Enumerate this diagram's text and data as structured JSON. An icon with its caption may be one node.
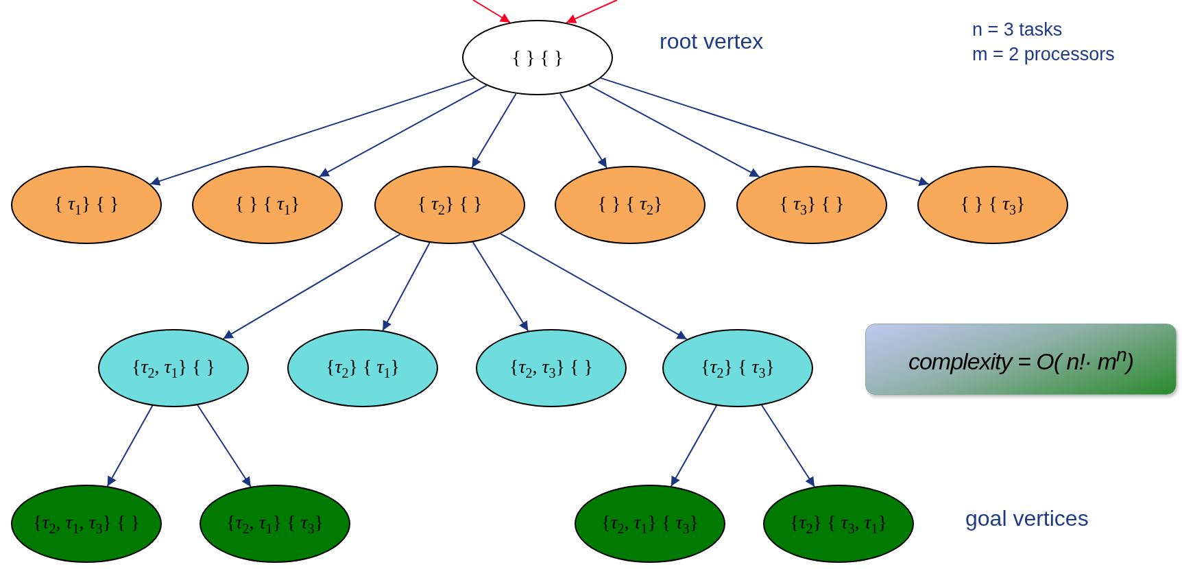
{
  "diagram": {
    "nodes": [
      {
        "text": [
          "{ } { }"
        ],
        "beside": [
          "root vertex"
        ]
      },
      {
        "text": [
          "{ *τ*$_{1}$} { }"
        ]
      },
      {
        "text": [
          "{ } { *τ*$_{1}$}"
        ]
      },
      {
        "text": [
          "{ *τ*$_{2}$} { }"
        ]
      },
      {
        "text": [
          "{ } { *τ*$_{2}$}"
        ]
      },
      {
        "text": [
          "{ *τ*$_{3}$} { }"
        ]
      },
      {
        "text": [
          "{ } { *τ*$_{3}$}"
        ]
      },
      {
        "text": [
          "{*τ*$_{2}$, *τ*$_{1}$} { }"
        ]
      },
      {
        "text": [
          "{*τ*$_{2}$} { *τ*$_{1}$}"
        ]
      },
      {
        "text": [
          "{*τ*$_{2}$, *τ*$_{3}$} { }"
        ]
      },
      {
        "text": [
          "{*τ*$_{2}$} { *τ*$_{3}$}"
        ]
      },
      {
        "text": [
          "{*τ*$_{2}$, *τ*$_{1}$, *τ*$_{3}$} { }"
        ]
      },
      {
        "text": [
          "{*τ*$_{2}$, *τ*$_{1}$} { *τ*$_{3}$}"
        ]
      },
      {
        "text": [
          "{*τ*$_{2}$, *τ*$_{1}$} { *τ*$_{3}$}"
        ]
      },
      {
        "text": [
          "{*τ*$_{2}$} { *τ*$_{3}$, *τ*$_{1}$}"
        ]
      },
      {
        "text": [
          "complexity = O( n!· m$^{n}$)"
        ]
      }
    ],
    "edges": [
      {
        "from": null,
        "to": 0,
        "arrow": "to",
        "color": "#ff0022"
      },
      {
        "from": null,
        "to": 0,
        "arrow": "to",
        "color": "#ff0022"
      },
      {
        "from": 0,
        "to": 1,
        "arrow": "to"
      },
      {
        "from": 0,
        "to": 2,
        "arrow": "to"
      },
      {
        "from": 0,
        "to": 3,
        "arrow": "to"
      },
      {
        "from": 0,
        "to": 4,
        "arrow": "to"
      },
      {
        "from": 0,
        "to": 5,
        "arrow": "to"
      },
      {
        "from": 0,
        "to": 6,
        "arrow": "to"
      },
      {
        "from": 3,
        "to": 7,
        "arrow": "to"
      },
      {
        "from": 3,
        "to": 8,
        "arrow": "to"
      },
      {
        "from": 3,
        "to": 9,
        "arrow": "to"
      },
      {
        "from": 3,
        "to": 10,
        "arrow": "to"
      },
      {
        "from": 7,
        "to": 11,
        "arrow": "to"
      },
      {
        "from": 7,
        "to": 12,
        "arrow": "to"
      },
      {
        "from": 10,
        "to": 13,
        "arrow": "to"
      },
      {
        "from": 10,
        "to": 14,
        "arrow": "to"
      }
    ],
    "labels": [
      "n = 3 tasks",
      "m = 2 processors",
      "goal vertices"
    ]
  }
}
